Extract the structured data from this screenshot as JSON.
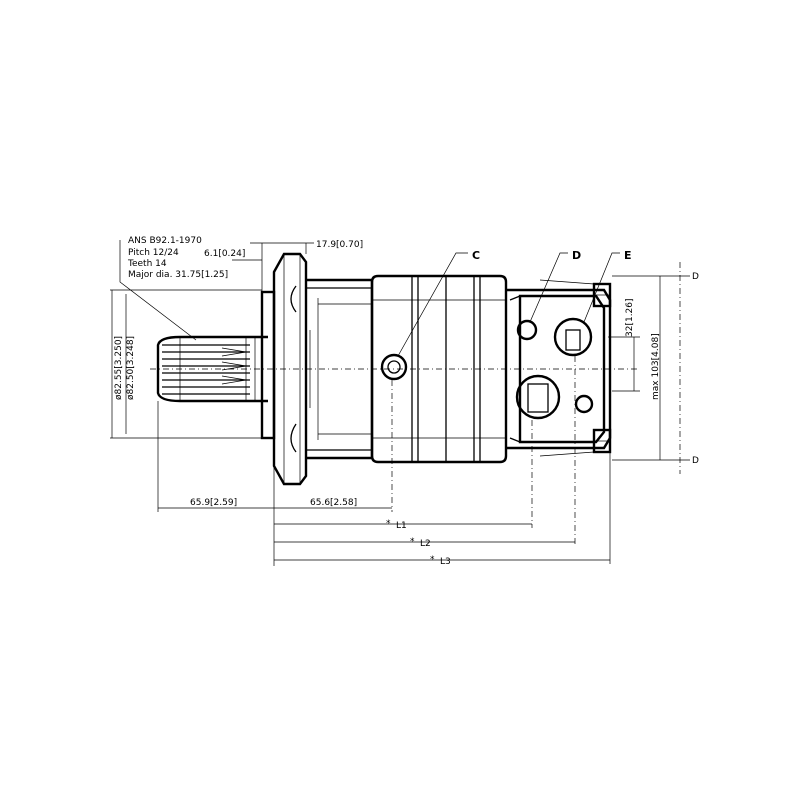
{
  "spline_note": {
    "standard": "ANS B92.1-1970",
    "pitch": "Pitch 12/24",
    "pitch_dim": "6.1[0.24]",
    "teeth": "Teeth 14",
    "major_dia": "Major dia. 31.75[1.25]"
  },
  "dimensions": {
    "flange_thickness": "17.9[0.70]",
    "pilot_dia_max": "ø82.55[3.250]",
    "pilot_dia_min": "ø82.50[3.248]",
    "shaft_length": "65.9[2.59]",
    "flange_to_port": "65.6[2.58]",
    "port_spacing": "32[1.26]",
    "max_height": "max 103[4.08]",
    "l1": "L1",
    "l2": "L2",
    "l3": "L3",
    "star": "*"
  },
  "callouts": {
    "c": "C",
    "d": "D",
    "e": "E",
    "section_top": "D",
    "section_bottom": "D"
  }
}
